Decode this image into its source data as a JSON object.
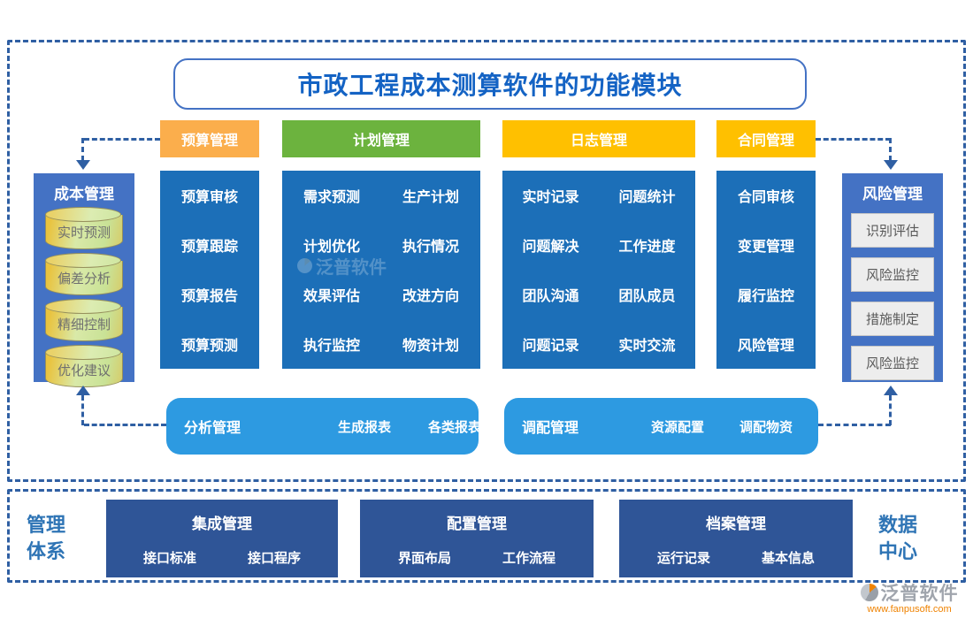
{
  "title": "市政工程成本测算软件的功能模块",
  "headers": [
    "预算管理",
    "计划管理",
    "日志管理",
    "合同管理"
  ],
  "columns": {
    "budget": [
      "预算审核",
      "预算跟踪",
      "预算报告",
      "预算预测"
    ],
    "plan": [
      "需求预测",
      "生产计划",
      "计划优化",
      "执行情况",
      "效果评估",
      "改进方向",
      "执行监控",
      "物资计划"
    ],
    "log": [
      "实时记录",
      "问题统计",
      "问题解决",
      "工作进度",
      "团队沟通",
      "团队成员",
      "问题记录",
      "实时交流"
    ],
    "contract": [
      "合同审核",
      "变更管理",
      "履行监控",
      "风险管理"
    ]
  },
  "left_panel": {
    "title": "成本管理",
    "items": [
      "实时预测",
      "偏差分析",
      "精细控制",
      "优化建议"
    ]
  },
  "right_panel": {
    "title": "风险管理",
    "items": [
      "识别评估",
      "风险监控",
      "措施制定",
      "风险监控"
    ]
  },
  "bars": [
    {
      "title": "分析管理",
      "items": [
        "生成报表",
        "各类报表"
      ]
    },
    {
      "title": "调配管理",
      "items": [
        "资源配置",
        "调配物资"
      ]
    }
  ],
  "footer": {
    "left_label": [
      "管理",
      "体系"
    ],
    "right_label": [
      "数据",
      "中心"
    ],
    "boxes": [
      {
        "title": "集成管理",
        "items": [
          "接口标准",
          "接口程序"
        ]
      },
      {
        "title": "配置管理",
        "items": [
          "界面布局",
          "工作流程"
        ]
      },
      {
        "title": "档案管理",
        "items": [
          "运行记录",
          "基本信息"
        ]
      }
    ]
  },
  "brand": {
    "name": "泛普软件",
    "url": "www.fanpusoft.com"
  },
  "watermark": {
    "text": "泛普软件"
  },
  "colors": {
    "column_blue": "#1C6FB8",
    "side_blue": "#4472C4",
    "header_orange": "#FBAE4C",
    "header_green": "#6CB33E",
    "header_gold": "#FFC000",
    "bar_sky_blue": "#2D9AE1",
    "footer_navy": "#2F5597",
    "dash_blue": "#2F5FA3",
    "title_blue": "#1463C4",
    "label_blue": "#2E74B5",
    "brand_orange": "#EF8200"
  }
}
